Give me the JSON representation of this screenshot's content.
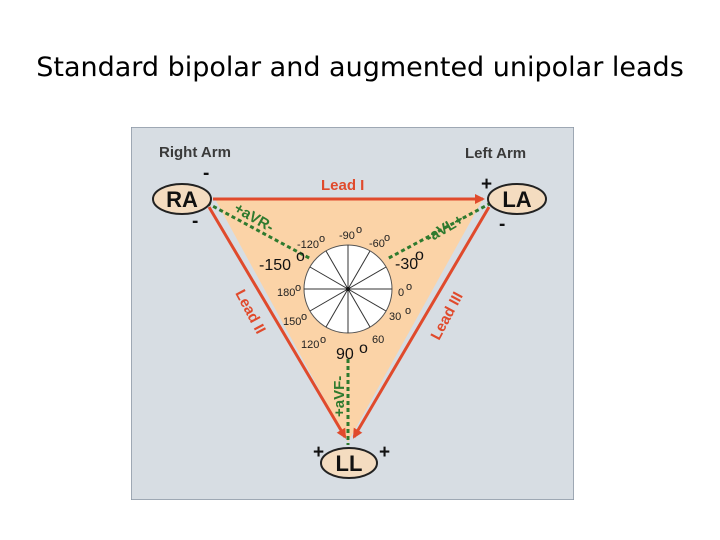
{
  "title": "Standard bipolar and augmented unipolar leads",
  "colors": {
    "panel_bg": "#d7dde3",
    "triangle_fill": "#fbd3a7",
    "lead_red": "#e04a2c",
    "aug_green": "#2e7a2e",
    "node_fill": "#f4dcc0"
  },
  "diagram": {
    "right_arm_label": "Right Arm",
    "left_arm_label": "Left Arm",
    "nodes": {
      "ra": "RA",
      "la": "LA",
      "ll": "LL"
    },
    "leads": {
      "lead1": "Lead I",
      "lead2": "Lead II",
      "lead3": "Lead III"
    },
    "augmented": {
      "avr": "+aVR-",
      "avl": "-aVL+",
      "avf": "+aVF-"
    },
    "signs": {
      "ra_top": "-",
      "ra_bottom": "-",
      "la_top": "+",
      "la_bottom": "-",
      "ll_left": "+",
      "ll_right": "+"
    },
    "hexaxial": {
      "degree_symbol": "o",
      "labels": {
        "m90": "-90",
        "m120": "-120",
        "m60": "-60",
        "m150": "-150",
        "m30": "-30",
        "d180": "180",
        "d0": "0",
        "d150": "150",
        "d30": "30",
        "d120": "120",
        "d60": "60",
        "d90": "90"
      }
    }
  }
}
